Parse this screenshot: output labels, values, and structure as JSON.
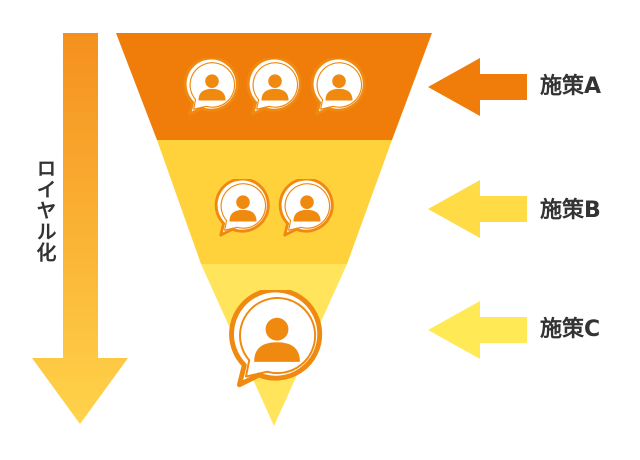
{
  "vertical_label": "ロイヤル化",
  "measures": [
    {
      "label": "施策A",
      "level": 1,
      "users": 3
    },
    {
      "label": "施策B",
      "level": 2,
      "users": 2
    },
    {
      "label": "施策C",
      "level": 3,
      "users": 1
    }
  ],
  "colors": {
    "level_1": "#F07D0A",
    "level_2": "#FFD23C",
    "level_3": "#FFE45C",
    "arrow_a": "#F07D0A",
    "arrow_b": "#FFDB45",
    "arrow_c": "#FFEA55",
    "icon_orange": "#F0890F",
    "vertical_arrow_top": "#F5901E",
    "vertical_arrow_bottom": "#FFD34A",
    "text": "#333333"
  },
  "icons": {
    "user": "user-speech-bubble-icon",
    "direction": "arrow-left-icon"
  }
}
